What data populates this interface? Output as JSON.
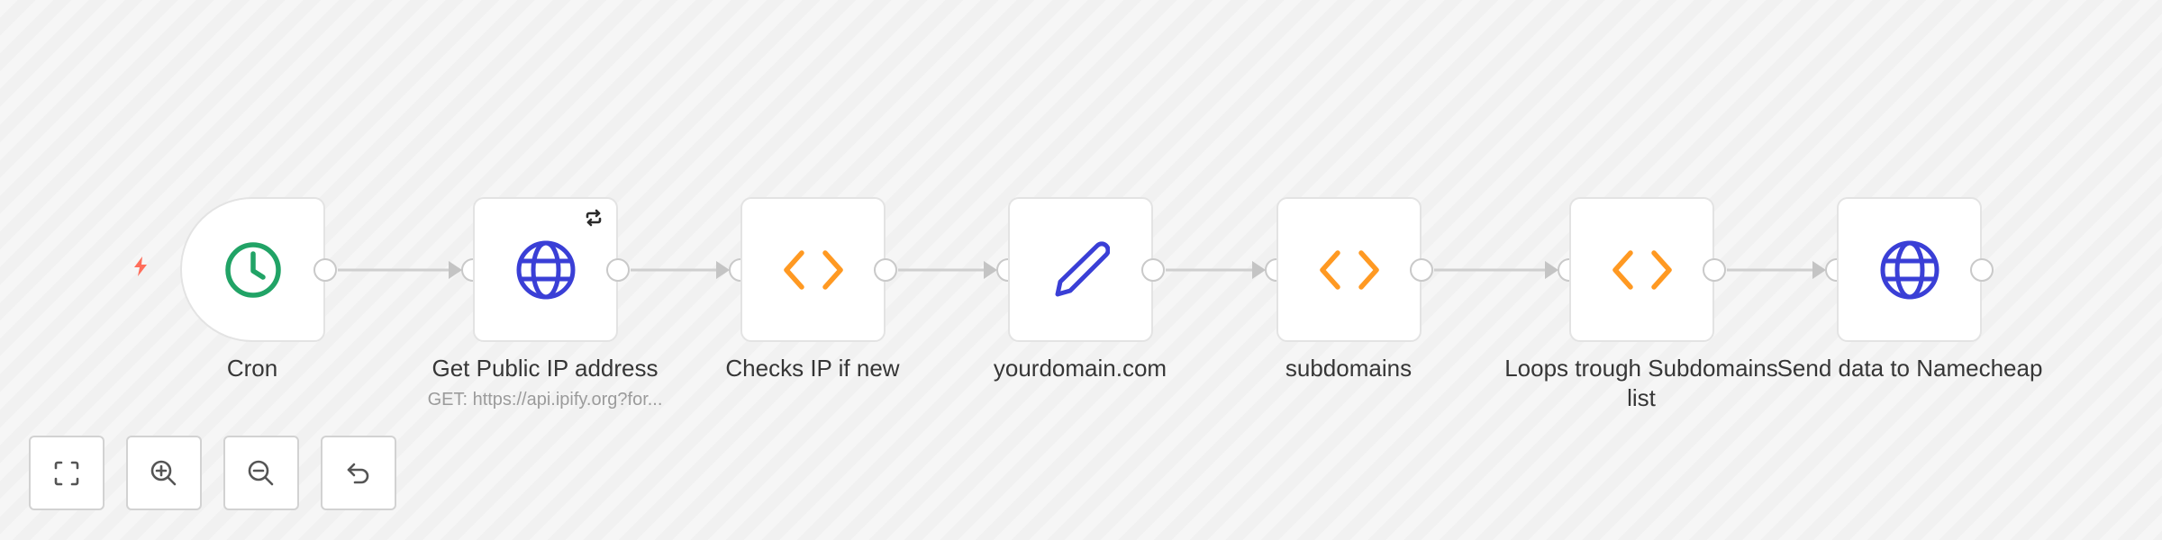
{
  "canvas": {
    "background": "#f5f5f5",
    "edge_color": "#cfcfcf"
  },
  "colors": {
    "trigger_bolt": "#ff6d5a",
    "clock_green": "#21a366",
    "globe_blue": "#3a3fd6",
    "code_orange": "#ff9922",
    "pencil_blue": "#3a3fd6",
    "label_text": "#363636",
    "subtitle_text": "#9b9b9b"
  },
  "nodes": [
    {
      "id": "cron",
      "title": "Cron",
      "subtitle": "",
      "icon": "clock-icon",
      "type": "trigger"
    },
    {
      "id": "get-ip",
      "title": "Get Public IP address",
      "subtitle": "GET: https://api.ipify.org?for...",
      "icon": "globe-icon",
      "badge": "retry-icon"
    },
    {
      "id": "checks-ip",
      "title": "Checks IP if new",
      "subtitle": "",
      "icon": "code-icon"
    },
    {
      "id": "yourdomain",
      "title": "yourdomain.com",
      "subtitle": "",
      "icon": "pencil-icon"
    },
    {
      "id": "subdomains",
      "title": "subdomains",
      "subtitle": "",
      "icon": "code-icon"
    },
    {
      "id": "loops",
      "title": "Loops trough Subdomains list",
      "subtitle": "",
      "icon": "code-icon"
    },
    {
      "id": "send",
      "title": "Send data to Namecheap",
      "subtitle": "",
      "icon": "globe-icon"
    }
  ],
  "controls": [
    {
      "name": "fit-view",
      "icon": "fit-view-icon",
      "tooltip": "Zoom to Fit"
    },
    {
      "name": "zoom-in",
      "icon": "zoom-in-icon",
      "tooltip": "Zoom In"
    },
    {
      "name": "zoom-out",
      "icon": "zoom-out-icon",
      "tooltip": "Zoom Out"
    },
    {
      "name": "reset-zoom",
      "icon": "undo-icon",
      "tooltip": "Reset Zoom"
    }
  ]
}
